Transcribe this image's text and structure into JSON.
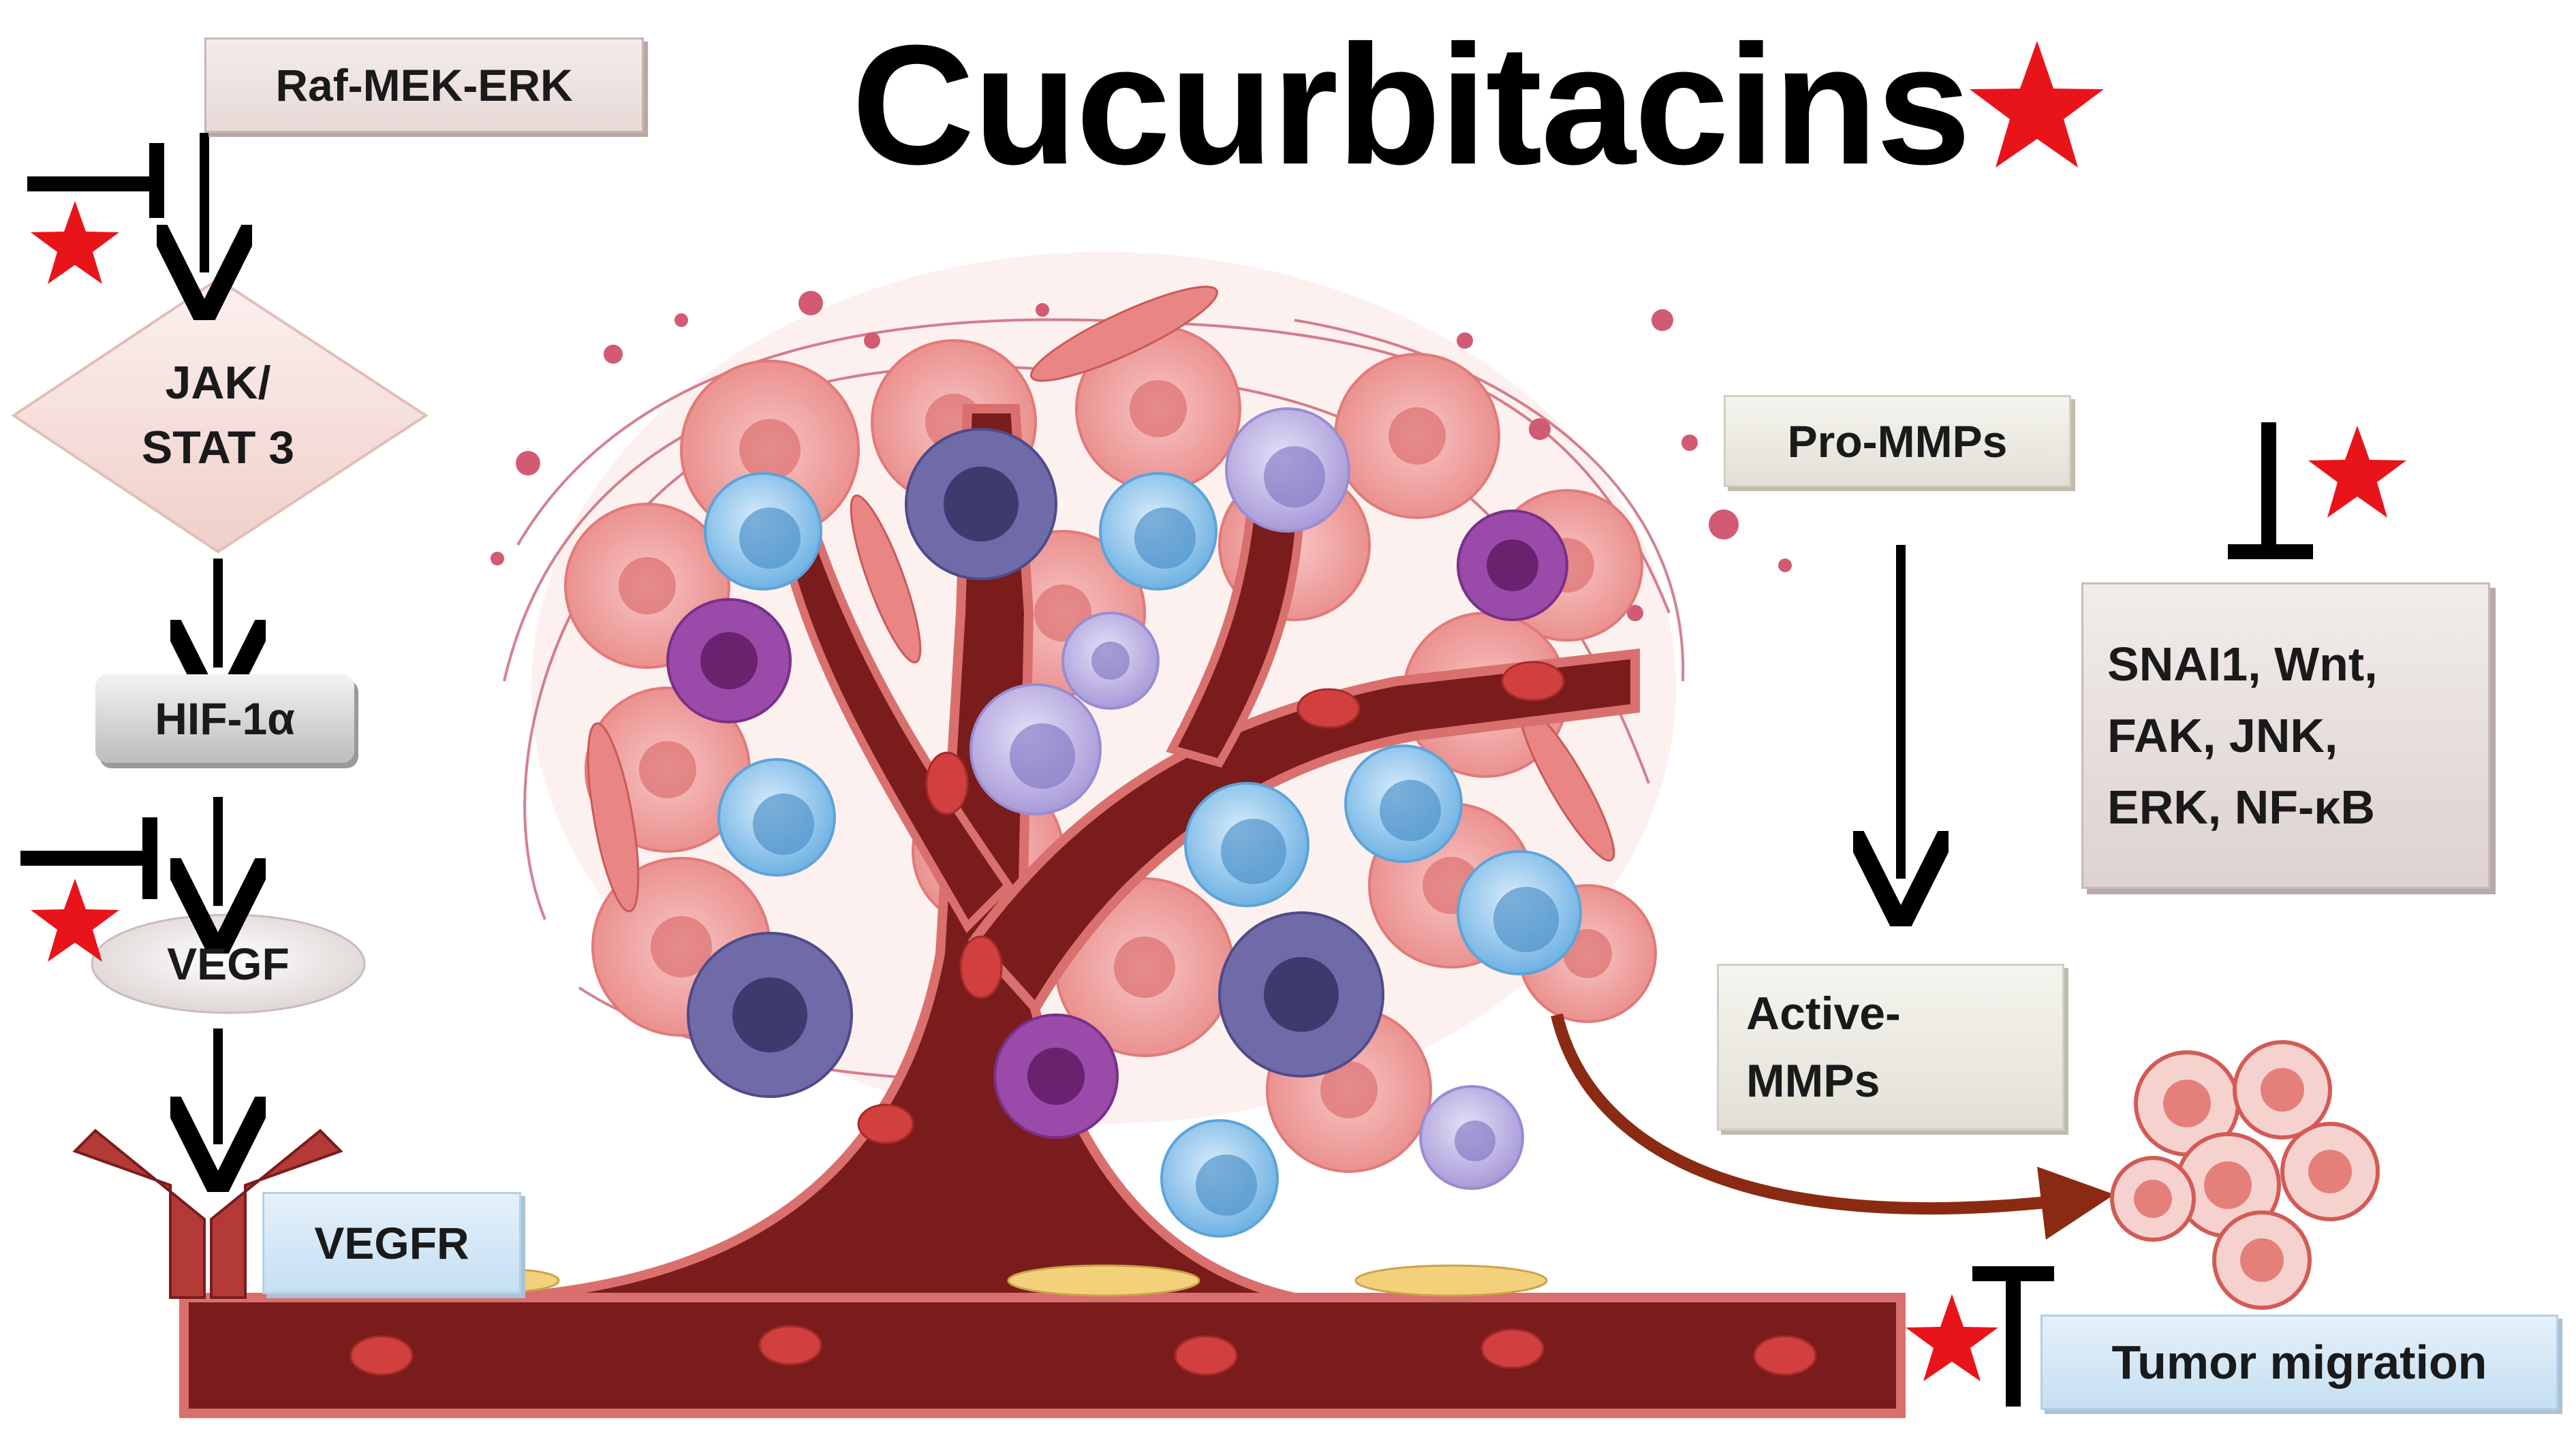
{
  "title": "Cucurbitacins",
  "left_pathway": {
    "raf": "Raf-MEK-ERK",
    "jak_line1": "JAK/",
    "jak_line2": "STAT 3",
    "hif": "HIF-1α",
    "vegf": "VEGF",
    "vegfr": "VEGFR"
  },
  "mmp": {
    "pro": "Pro-MMPs",
    "active_line1": "Active-",
    "active_line2": "MMPs"
  },
  "signals": {
    "line1": "SNAI1, Wnt,",
    "line2": "FAK,  JNK,",
    "line3": "ERK,  NF-κB"
  },
  "outcome": "Tumor migration",
  "colors": {
    "star": "#e8141a",
    "vessel": "#7a1c1c",
    "vessel_wall": "#d9706d",
    "arrow": "#000000",
    "migration_arrow": "#8a2a12"
  }
}
